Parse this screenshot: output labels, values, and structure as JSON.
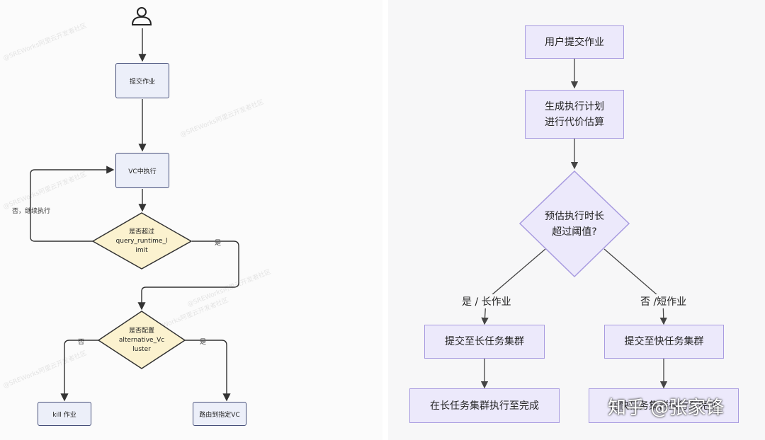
{
  "left_flow": {
    "submit": "提交作业",
    "run_in_vc": "VC中执行",
    "check_runtime": [
      "是否超过",
      "query_runtime_l",
      "imit"
    ],
    "continue_label": "否，继续执行",
    "yes_label_1": "是",
    "check_alt": [
      "是否配置",
      "alternative_Vc",
      "luster"
    ],
    "no_label_2": "否",
    "yes_label_2": "是",
    "kill": "kill 作业",
    "route": "路由到指定VC",
    "watermarks": [
      "@SREWorks阿里云开发者社区",
      "@SREWorks阿里云开发者社区",
      "@SREWorks阿里云开发者社区",
      "@SREWorks阿里云开发者社区",
      "@SREWorks阿里云开发者社区",
      "@SREWorks阿里云开发者社区"
    ]
  },
  "right_flow": {
    "submit": "用户提交作业",
    "plan": [
      "生成执行计划",
      "进行代价估算"
    ],
    "decision": [
      "预估执行时长",
      "超过阈值?"
    ],
    "yes_label": "是 / 长作业",
    "no_label": "否 /短作业",
    "long_cluster": "提交至长任务集群",
    "short_cluster": "提交至快任务集群",
    "long_done": "在长任务集群执行至完成",
    "short_done": "在快任务集群执行至完成"
  },
  "brand_watermark": "知乎 @张家锋",
  "colors": {
    "left_node_fill": "#eceff9",
    "left_decision_fill": "#fbf2cf",
    "right_node_fill": "#ece9fb",
    "right_border": "#a89be0"
  }
}
